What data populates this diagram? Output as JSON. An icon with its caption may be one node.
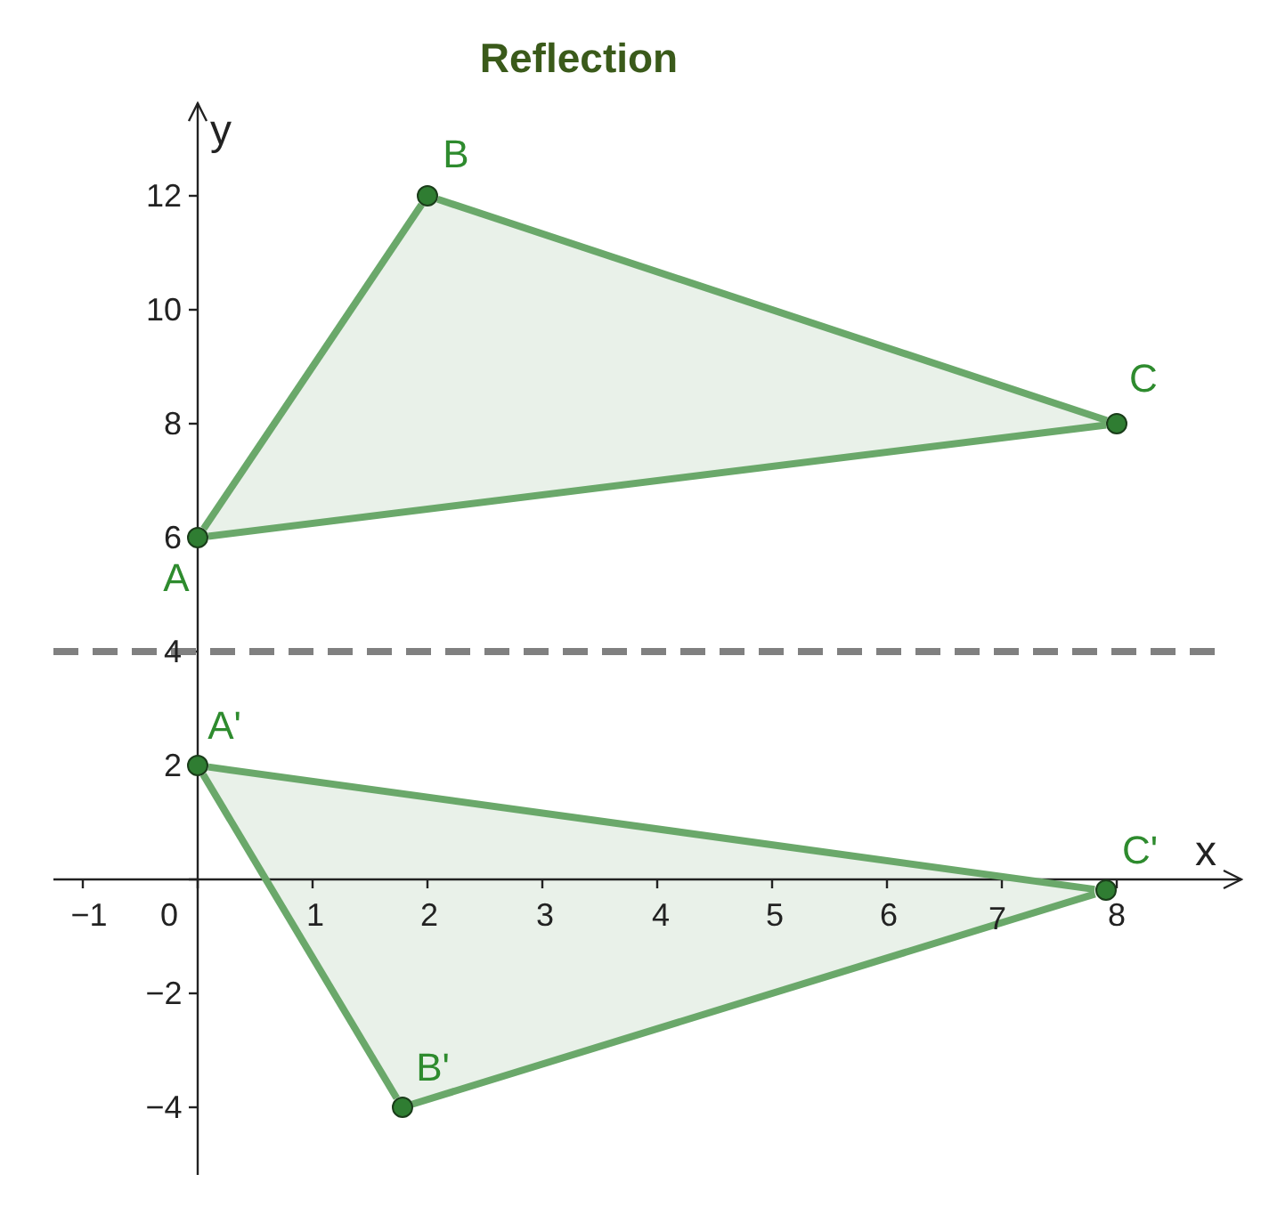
{
  "diagram": {
    "title": "Reflection",
    "nodes": [
      {
        "text": [],
        "shape": "circle",
        "beside": [
          "A"
        ]
      },
      {
        "text": [],
        "shape": "circle",
        "beside": [
          "B"
        ]
      },
      {
        "text": [],
        "shape": "circle",
        "beside": [
          "C"
        ]
      },
      {
        "text": [],
        "shape": "circle",
        "beside": [
          "A'"
        ]
      },
      {
        "text": [],
        "shape": "circle",
        "beside": [
          "B'"
        ]
      },
      {
        "text": [],
        "shape": "circle",
        "beside": [
          "C'"
        ]
      }
    ],
    "edges": [
      {
        "from": 0,
        "to": 1,
        "arrow": "none"
      },
      {
        "from": 1,
        "to": 2,
        "arrow": "none"
      },
      {
        "from": 2,
        "to": 0,
        "arrow": "none"
      },
      {
        "from": 3,
        "to": 4,
        "arrow": "none"
      },
      {
        "from": 4,
        "to": 5,
        "arrow": "none"
      },
      {
        "from": 5,
        "to": 3,
        "arrow": "none"
      }
    ],
    "labels": [
      "y",
      "12",
      "10",
      "8",
      "6",
      "4",
      "2",
      "x",
      "−1",
      "0",
      "1",
      "2",
      "3",
      "4",
      "5",
      "6",
      "7",
      "8",
      "−2",
      "−4"
    ]
  }
}
